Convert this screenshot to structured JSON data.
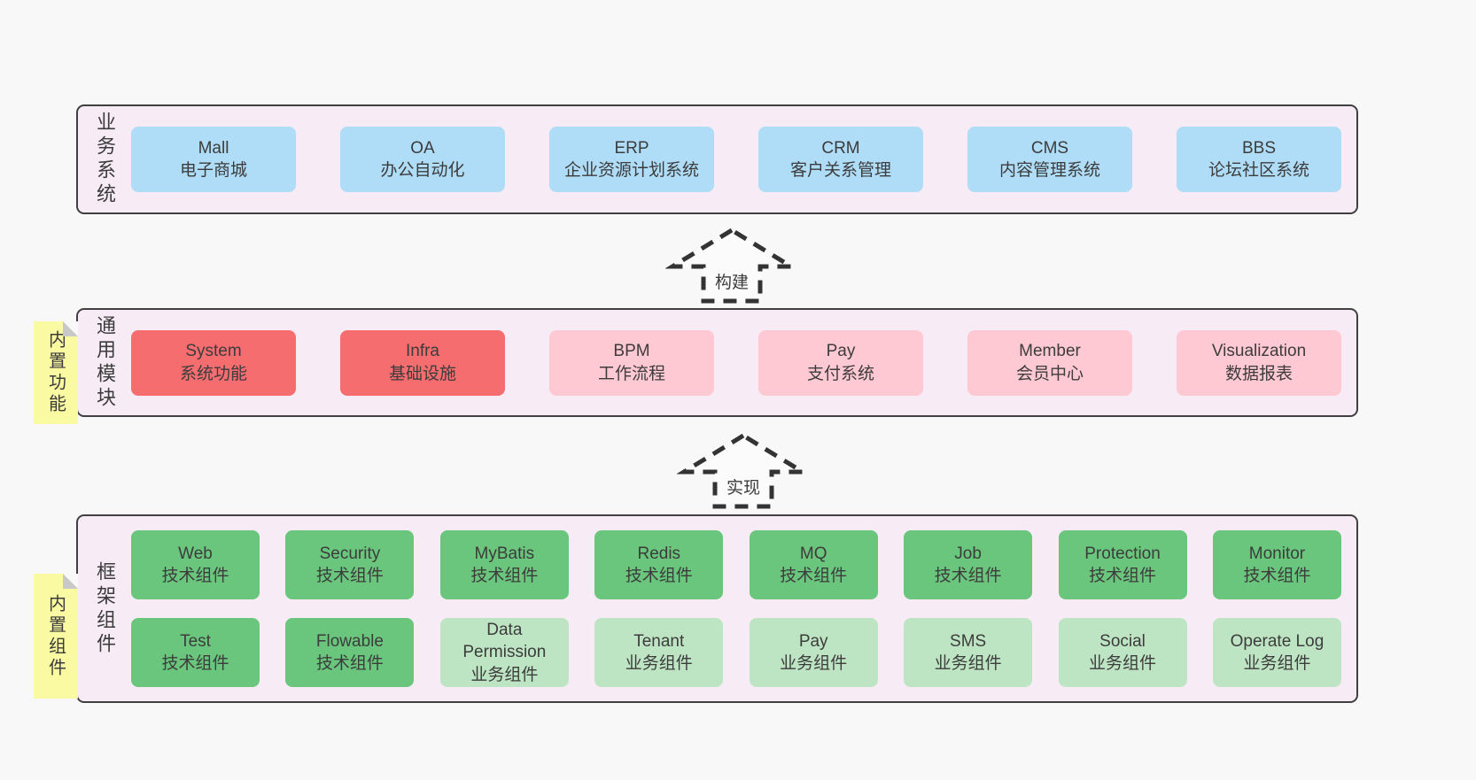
{
  "colors": {
    "page_bg": "#f8f8f8",
    "band_fill": "#f7ecf5",
    "band_border": "#404040",
    "text": "#3c3c3c",
    "blue": "#afdcf6",
    "red": "#f66d70",
    "pink": "#ffc9d3",
    "green": "#69c67c",
    "lightgreen": "#bee5c3",
    "sticky_yellow": "#fafaa2",
    "fold_gray": "#c8c8c8",
    "arrow_stroke": "#333333",
    "arrow_fill": "#fbfbfb"
  },
  "bands": [
    {
      "id": "business-systems",
      "label": "业务系统",
      "rows": [
        [
          {
            "title": "Mall",
            "subtitle": "电子商城",
            "variant": "blue"
          },
          {
            "title": "OA",
            "subtitle": "办公自动化",
            "variant": "blue"
          },
          {
            "title": "ERP",
            "subtitle": "企业资源计划系统",
            "variant": "blue"
          },
          {
            "title": "CRM",
            "subtitle": "客户关系管理",
            "variant": "blue"
          },
          {
            "title": "CMS",
            "subtitle": "内容管理系统",
            "variant": "blue"
          },
          {
            "title": "BBS",
            "subtitle": "论坛社区系统",
            "variant": "blue"
          }
        ]
      ]
    },
    {
      "id": "common-modules",
      "label": "通用模块",
      "sticky": "内置功能",
      "rows": [
        [
          {
            "title": "System",
            "subtitle": "系统功能",
            "variant": "red"
          },
          {
            "title": "Infra",
            "subtitle": "基础设施",
            "variant": "red"
          },
          {
            "title": "BPM",
            "subtitle": "工作流程",
            "variant": "pink"
          },
          {
            "title": "Pay",
            "subtitle": "支付系统",
            "variant": "pink"
          },
          {
            "title": "Member",
            "subtitle": "会员中心",
            "variant": "pink"
          },
          {
            "title": "Visualization",
            "subtitle": "数据报表",
            "variant": "pink"
          }
        ]
      ]
    },
    {
      "id": "framework-components",
      "label": "框架组件",
      "sticky": "内置组件",
      "rows": [
        [
          {
            "title": "Web",
            "subtitle": "技术组件",
            "variant": "green"
          },
          {
            "title": "Security",
            "subtitle": "技术组件",
            "variant": "green"
          },
          {
            "title": "MyBatis",
            "subtitle": "技术组件",
            "variant": "green"
          },
          {
            "title": "Redis",
            "subtitle": "技术组件",
            "variant": "green"
          },
          {
            "title": "MQ",
            "subtitle": "技术组件",
            "variant": "green"
          },
          {
            "title": "Job",
            "subtitle": "技术组件",
            "variant": "green"
          },
          {
            "title": "Protection",
            "subtitle": "技术组件",
            "variant": "green"
          },
          {
            "title": "Monitor",
            "subtitle": "技术组件",
            "variant": "green"
          }
        ],
        [
          {
            "title": "Test",
            "subtitle": "技术组件",
            "variant": "green"
          },
          {
            "title": "Flowable",
            "subtitle": "技术组件",
            "variant": "green"
          },
          {
            "title": "Data Permission",
            "subtitle": "业务组件",
            "variant": "lightgreen"
          },
          {
            "title": "Tenant",
            "subtitle": "业务组件",
            "variant": "lightgreen"
          },
          {
            "title": "Pay",
            "subtitle": "业务组件",
            "variant": "lightgreen"
          },
          {
            "title": "SMS",
            "subtitle": "业务组件",
            "variant": "lightgreen"
          },
          {
            "title": "Social",
            "subtitle": "业务组件",
            "variant": "lightgreen"
          },
          {
            "title": "Operate Log",
            "subtitle": "业务组件",
            "variant": "lightgreen"
          }
        ]
      ]
    }
  ],
  "arrows": [
    {
      "label": "构建"
    },
    {
      "label": "实现"
    }
  ]
}
